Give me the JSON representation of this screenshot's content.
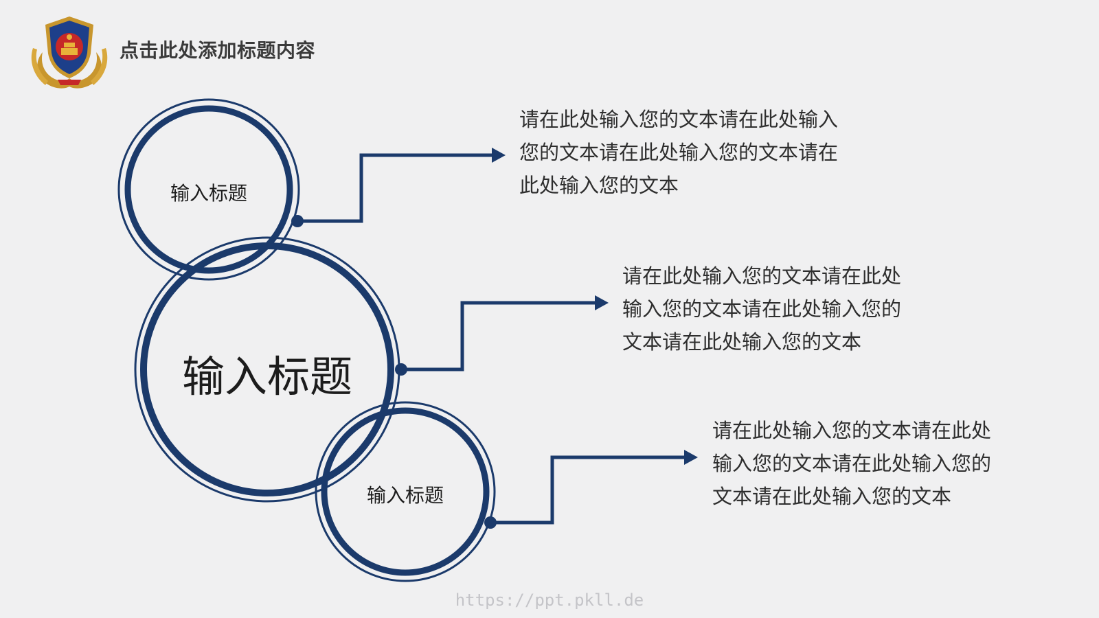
{
  "slide": {
    "title": "点击此处添加标题内容",
    "watermark": "https://ppt.pkll.de",
    "colors": {
      "background": "#f0f0f1",
      "accent_navy": "#1b3a6b",
      "emblem_gold": "#c8962d",
      "emblem_blue": "#1d3f8a",
      "emblem_red": "#c62828"
    }
  },
  "emblem": {
    "icon": "police-emblem-icon"
  },
  "circles": [
    {
      "label": "输入标题"
    },
    {
      "label": "输入标题"
    },
    {
      "label": "输入标题"
    }
  ],
  "descriptions": [
    {
      "lines": [
        "请在此处输入您的文本请在此处输入",
        "您的文本请在此处输入您的文本请在",
        "此处输入您的文本"
      ]
    },
    {
      "lines": [
        "请在此处输入您的文本请在此处",
        "输入您的文本请在此处输入您的",
        "文本请在此处输入您的文本"
      ]
    },
    {
      "lines": [
        "请在此处输入您的文本请在此处",
        "输入您的文本请在此处输入您的",
        "文本请在此处输入您的文本"
      ]
    }
  ]
}
